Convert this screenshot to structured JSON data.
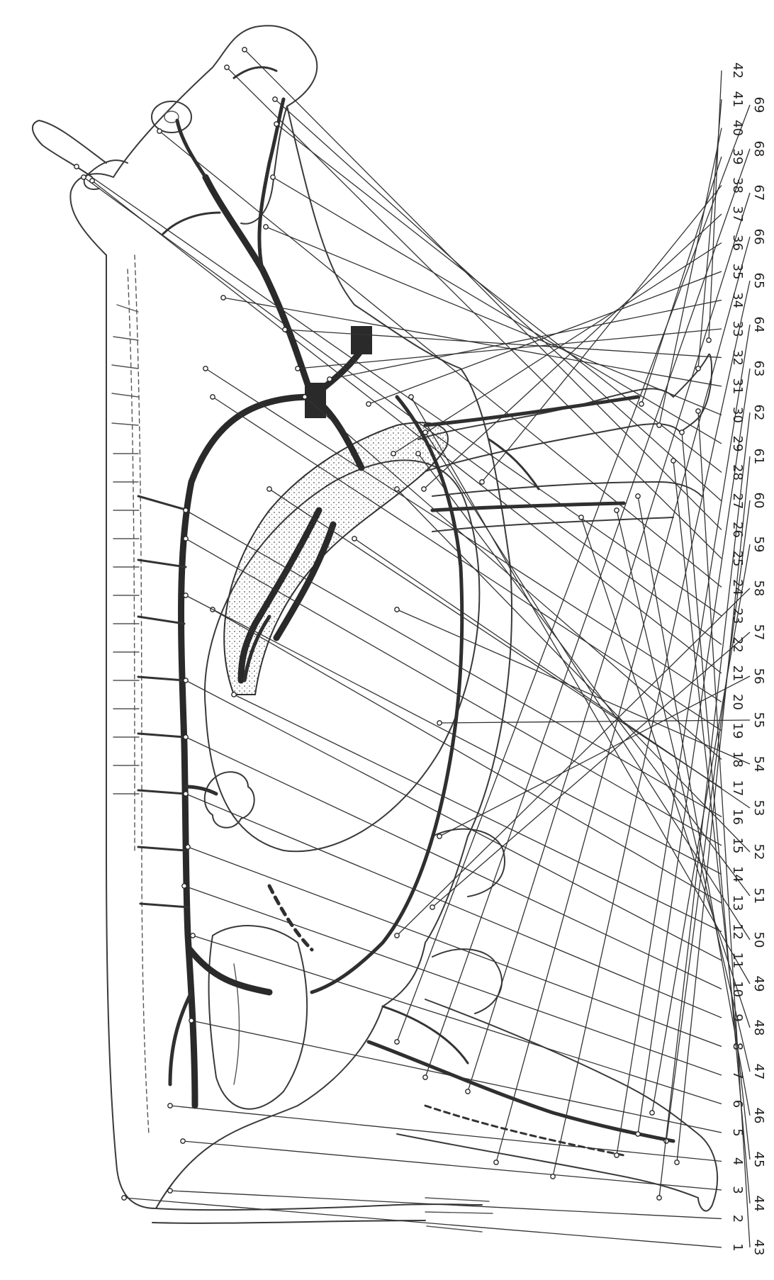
{
  "figure": {
    "labels_right": [
      "1",
      "2",
      "3",
      "4",
      "5",
      "6",
      "7",
      "8",
      "9",
      "10",
      "11",
      "12",
      "13",
      "14",
      "15",
      "16",
      "17",
      "18",
      "19",
      "20",
      "21",
      "22",
      "23",
      "24",
      "25",
      "26",
      "27",
      "28",
      "29",
      "30",
      "31",
      "32",
      "33",
      "34",
      "35",
      "36",
      "37",
      "38",
      "39",
      "40",
      "41",
      "42"
    ],
    "labels_left": [
      "43",
      "44",
      "45",
      "46",
      "47",
      "48",
      "49",
      "50",
      "51",
      "52",
      "53",
      "54",
      "55",
      "56",
      "57",
      "58",
      "59",
      "60",
      "61",
      "62",
      "63",
      "64",
      "65",
      "66",
      "67",
      "68",
      "69"
    ]
  }
}
